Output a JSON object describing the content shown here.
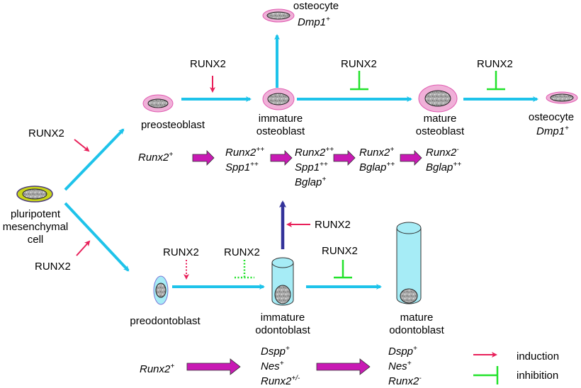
{
  "cells": {
    "pluripotent": [
      "pluripotent",
      "mesenchymal",
      "cell"
    ],
    "preosteoblast": "preosteoblast",
    "immature_osteoblast": [
      "immature",
      "osteoblast"
    ],
    "mature_osteoblast": [
      "mature",
      "osteoblast"
    ],
    "osteocyte_top": "osteocyte",
    "osteocyte_top_marker": "Dmp1",
    "osteocyte_right": "osteocyte",
    "osteocyte_right_marker": "Dmp1",
    "preodontoblast": "preodontoblast",
    "immature_odontoblast": [
      "immature",
      "odontoblast"
    ],
    "mature_odontoblast": [
      "mature",
      "odontoblast"
    ]
  },
  "regulator": "RUNX2",
  "marker_sup": {
    "plus": "+",
    "plusplus": "++",
    "minus": "-",
    "plusminus": "+/-"
  },
  "osteo_markers": {
    "stage1": "Runx2",
    "stage2": [
      "Runx2",
      "Spp1"
    ],
    "stage3": [
      "Runx2",
      "Spp1",
      "Bglap"
    ],
    "stage4": [
      "Runx2",
      "Bglap"
    ],
    "stage5": [
      "Runx2",
      "Bglap"
    ]
  },
  "odonto_markers": {
    "stage1": "Runx2",
    "stage2": [
      "Dspp",
      "Nes",
      "Runx2"
    ],
    "stage3": [
      "Dspp",
      "Nes",
      "Runx2"
    ]
  },
  "legend": {
    "induction": "induction",
    "inhibition": "inhibition"
  },
  "colors": {
    "flow_arrow": "#1ec3ea",
    "induction": "#e8205a",
    "inhibition": "#22e22b",
    "marker_arrow": "#c81ab4",
    "odonto_to_osteo": "#33329a",
    "cell_body": "#9e9e9e",
    "osteo_halo": "#f0b0d8",
    "tube": "#a6ecf6"
  }
}
